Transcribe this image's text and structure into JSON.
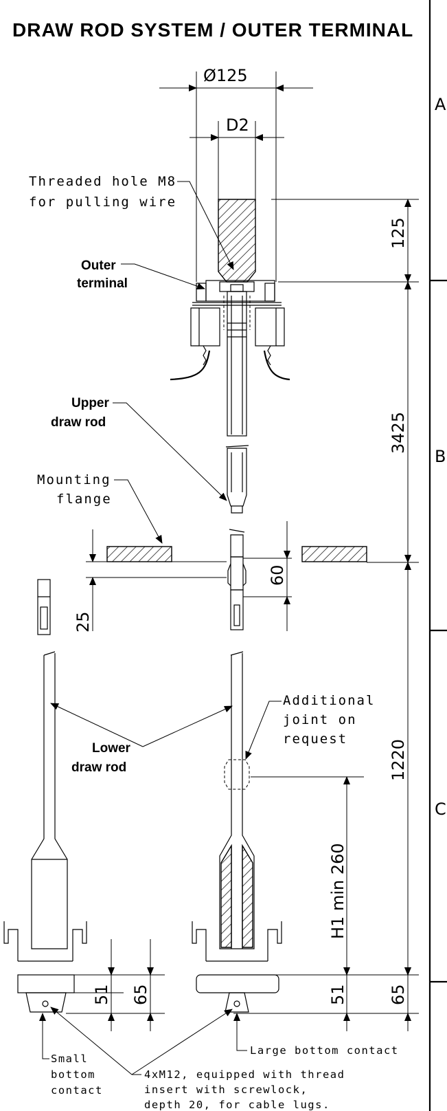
{
  "title": "DRAW ROD SYSTEM / OUTER TERMINAL",
  "zones": [
    "A",
    "B",
    "C"
  ],
  "dimensions": {
    "dia_top": "Ø125",
    "d2": "D2",
    "v125": "125",
    "v3425": "3425",
    "v60": "60",
    "v25": "25",
    "v1220": "1220",
    "h1": "H1 min 260",
    "v51_left": "51",
    "v65_left": "65",
    "v51_right": "51",
    "v65_right": "65"
  },
  "labels": {
    "threaded_1": "Threaded hole M8",
    "threaded_2": "for pulling wire",
    "outer_1": "Outer",
    "outer_2": "terminal",
    "upper_1": "Upper",
    "upper_2": "draw rod",
    "mount_1": "Mounting",
    "mount_2": "flange",
    "additional_1": "Additional",
    "additional_2": "joint on",
    "additional_3": "request",
    "lower_1": "Lower",
    "lower_2": "draw rod",
    "small_1": "Small",
    "small_2": "bottom",
    "small_3": "contact",
    "large": "Large bottom contact",
    "note_1": "4xM12, equipped with thread",
    "note_2": "insert with screwlock,",
    "note_3": "depth 20, for cable lugs."
  }
}
